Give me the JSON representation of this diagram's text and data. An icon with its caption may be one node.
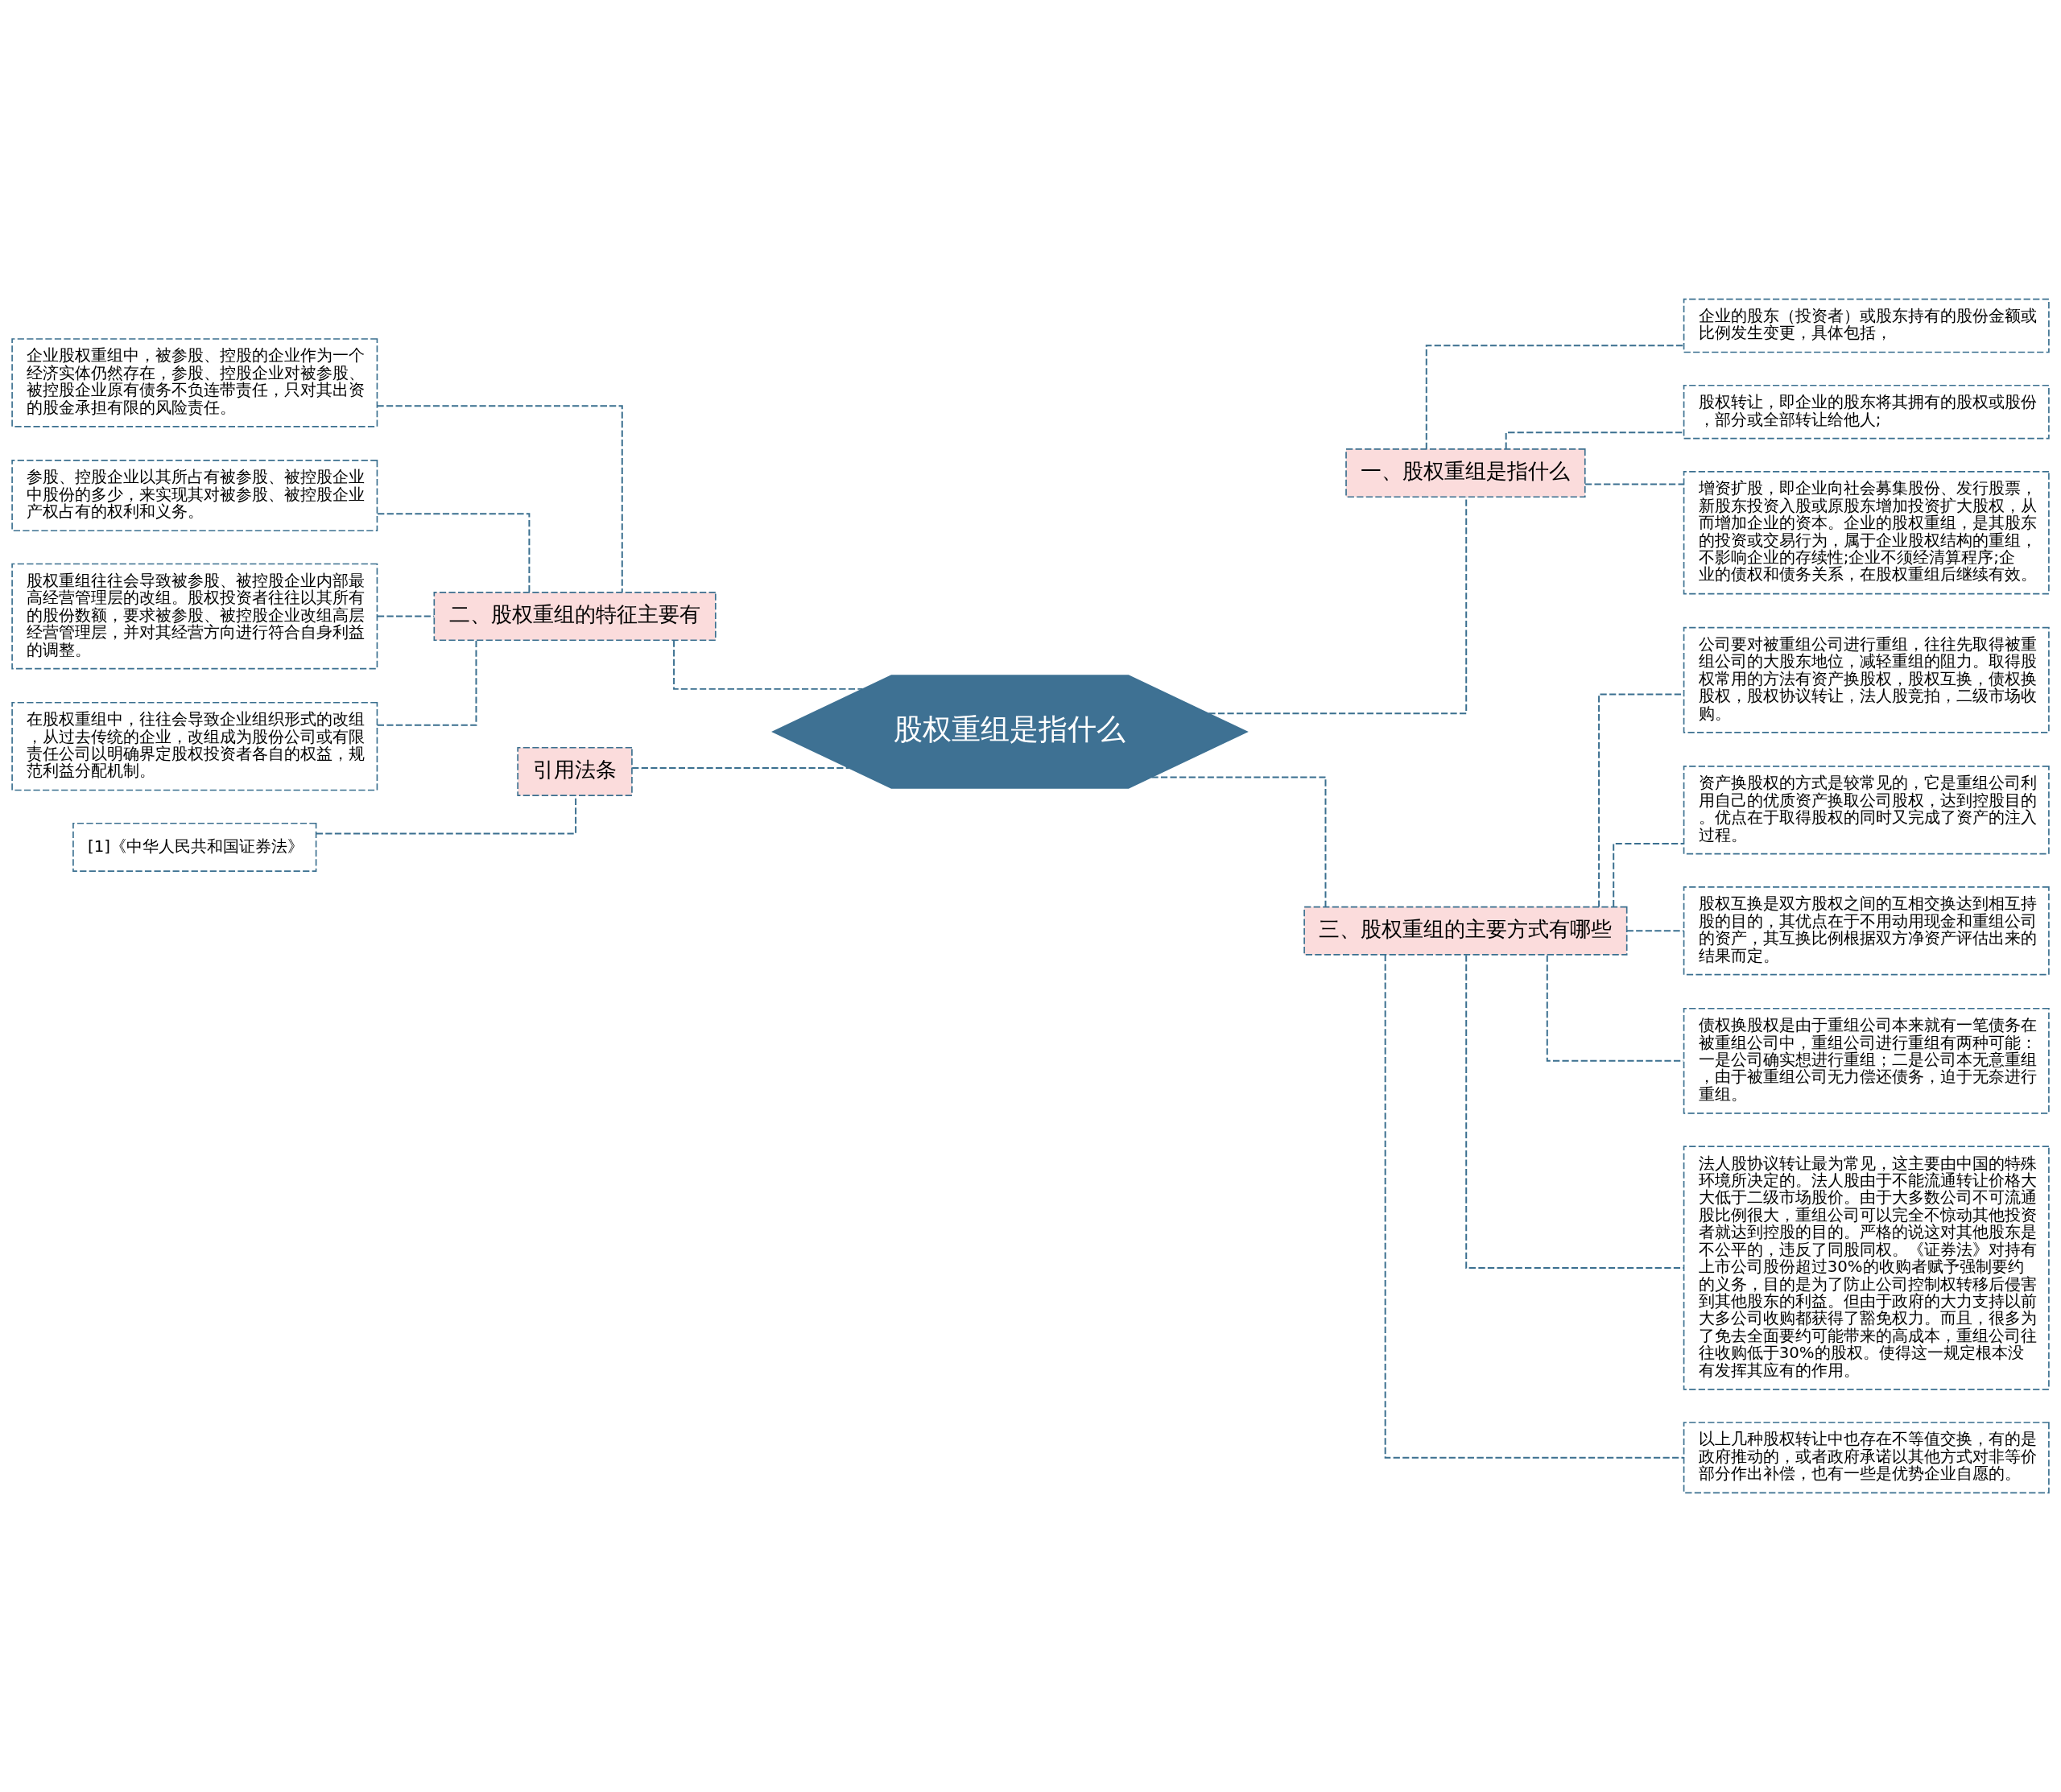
{
  "diagram": {
    "nodes": [
      {
        "text": [
          "股权重组是指什么"
        ]
      },
      {
        "text": [
          "一、股权重组是指什么"
        ]
      },
      {
        "text": [
          "企业的股东（投资者）或股东持有的股份金额或比例发生变更，具体包括，"
        ]
      },
      {
        "text": [
          "股权转让，即企业的股东将其拥有的股权或股份，部分或全部转让给他人;"
        ]
      },
      {
        "text": [
          "增资扩股，即企业向社会募集股份、发行股票，新股东投资入股或原股东增加投资扩大股权，从而增加企业的资本。企业的股权重组，是其股东的投资或交易行为，属于企业股权结构的重组，不影响企业的存续性;企业不须经清算程序;企业的债权和债务关系，在股权重组后继续有效。"
        ]
      },
      {
        "text": [
          "三、股权重组的主要方式有哪些"
        ]
      },
      {
        "text": [
          "公司要对被重组公司进行重组，往往先取得被重组公司的大股东地位，减轻重组的阻力。取得股权常用的方法有资产换股权，股权互换，债权换股权，股权协议转让，法人股竞拍，二级市场收购。"
        ]
      },
      {
        "text": [
          "资产换股权的方式是较常见的，它是重组公司利用自己的优质资产换取公司股权，达到控股目的。优点在于取得股权的同时又完成了资产的注入过程。"
        ]
      },
      {
        "text": [
          "股权互换是双方股权之间的互相交换达到相互持股的目的，其优点在于不用动用现金和重组公司的资产，其互换比例根据双方净资产评估出来的结果而定。"
        ]
      },
      {
        "text": [
          "债权换股权是由于重组公司本来就有一笔债务在被重组公司中，重组公司进行重组有两种可能：一是公司确实想进行重组；二是公司本无意重组，由于被重组公司无力偿还债务，迫于无奈进行重组。"
        ]
      },
      {
        "text": [
          "法人股协议转让最为常见，这主要由中国的特殊环境所决定的。法人股由于不能流通转让价格大大低于二级市场股价。由于大多数公司不可流通股比例很大，重组公司可以完全不惊动其他投资者就达到控股的目的。严格的说这对其他股东是不公平的，违反了同股同权。《证券法》对持有上市公司股份超过30%的收购者赋予强制要约的义务，目的是为了防止公司控制权转移后侵害到其他股东的利益。但由于政府的大力支持以前大多公司收购都获得了豁免权力。而且，很多为了免去全面要约可能带来的高成本，重组公司往往收购低于30%的股权。使得这一规定根本没有发挥其应有的作用。"
        ]
      },
      {
        "text": [
          "以上几种股权转让中也存在不等值交换，有的是政府推动的，或者政府承诺以其他方式对非等价部分作出补偿，也有一些是优势企业自愿的。"
        ]
      },
      {
        "text": [
          "二、股权重组的特征主要有"
        ]
      },
      {
        "text": [
          "企业股权重组中，被参股、控股的企业作为一个经济实体仍然存在，参股、控股企业对被参股、被控股企业原有债务不负连带责任，只对其出资的股金承担有限的风险责任。"
        ]
      },
      {
        "text": [
          "参股、控股企业以其所占有被参股、被控股企业中股份的多少，来实现其对被参股、被控股企业产权占有的权利和义务。"
        ]
      },
      {
        "text": [
          "股权重组往往会导致被参股、被控股企业内部最高经营管理层的改组。股权投资者往往以其所有的股份数额，要求被参股、被控股企业改组高层经营管理层，并对其经营方向进行符合自身利益的调整。"
        ]
      },
      {
        "text": [
          "在股权重组中，往往会导致企业组织形式的改组，从过去传统的企业，改组成为股份公司或有限责任公司以明确界定股权投资者各自的权益，规范利益分配机制。"
        ]
      },
      {
        "text": [
          "引用法条"
        ]
      },
      {
        "text": [
          "[1]《中华人民共和国证券法》"
        ]
      }
    ],
    "edges": [
      {
        "from": 0,
        "to": 1,
        "arrow": "none"
      },
      {
        "from": 1,
        "to": 2,
        "arrow": "none"
      },
      {
        "from": 1,
        "to": 3,
        "arrow": "none"
      },
      {
        "from": 1,
        "to": 4,
        "arrow": "none"
      },
      {
        "from": 0,
        "to": 5,
        "arrow": "none"
      },
      {
        "from": 5,
        "to": 6,
        "arrow": "none"
      },
      {
        "from": 5,
        "to": 7,
        "arrow": "none"
      },
      {
        "from": 5,
        "to": 8,
        "arrow": "none"
      },
      {
        "from": 5,
        "to": 9,
        "arrow": "none"
      },
      {
        "from": 5,
        "to": 10,
        "arrow": "none"
      },
      {
        "from": 5,
        "to": 11,
        "arrow": "none"
      },
      {
        "from": 0,
        "to": 12,
        "arrow": "none"
      },
      {
        "from": 12,
        "to": 13,
        "arrow": "none"
      },
      {
        "from": 12,
        "to": 14,
        "arrow": "none"
      },
      {
        "from": 12,
        "to": 15,
        "arrow": "none"
      },
      {
        "from": 12,
        "to": 16,
        "arrow": "none"
      },
      {
        "from": 0,
        "to": 17,
        "arrow": "none"
      },
      {
        "from": 17,
        "to": 18,
        "arrow": "none"
      }
    ]
  }
}
